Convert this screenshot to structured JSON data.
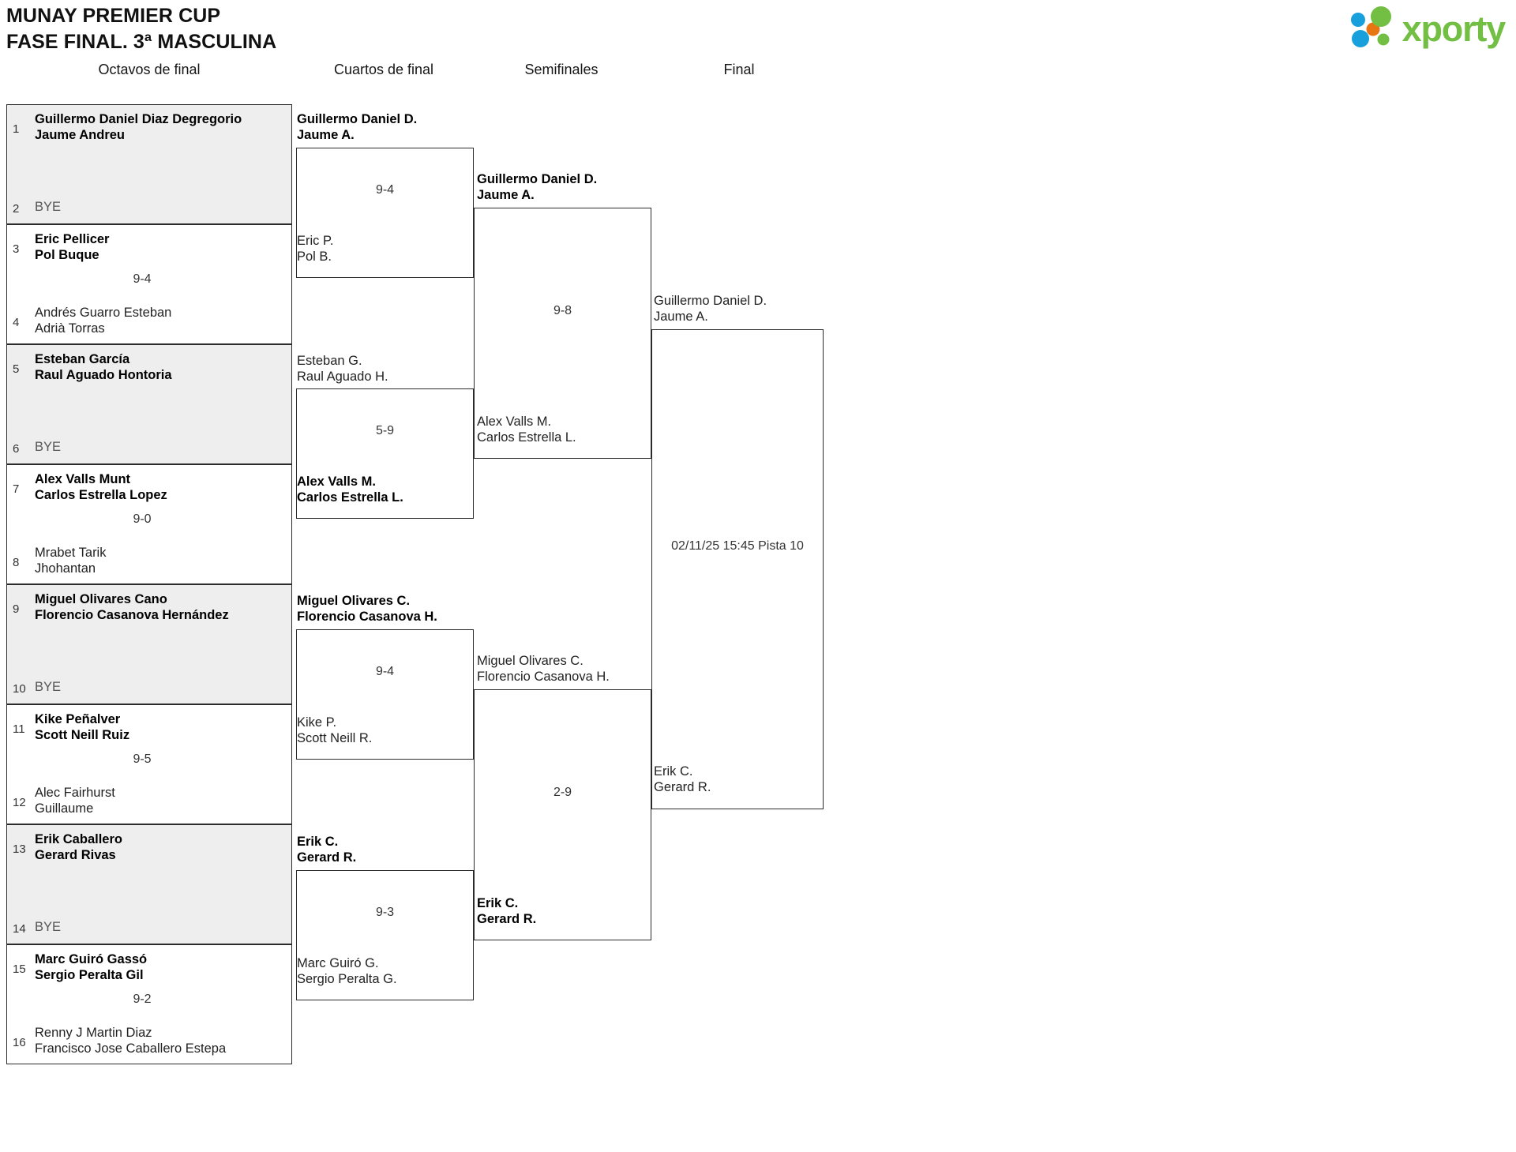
{
  "header": {
    "title_line1": "MUNAY PREMIER CUP",
    "title_line2": "FASE FINAL. 3ª MASCULINA"
  },
  "logo": {
    "word": "xporty",
    "green": "#72bf44",
    "blue": "#17a0db",
    "orange": "#e87511"
  },
  "rounds": [
    {
      "label": "Octavos de final"
    },
    {
      "label": "Cuartos de final"
    },
    {
      "label": "Semifinales"
    },
    {
      "label": "Final"
    }
  ],
  "round1": [
    {
      "shaded": true,
      "seed_top": "1",
      "top": {
        "l1": "Guillermo Daniel Diaz Degregorio",
        "l2": "Jaume Andreu",
        "winner": true
      },
      "seed_bot": "2",
      "bottom": {
        "l1": "BYE",
        "l2": "",
        "winner": false,
        "bye": true
      },
      "score": ""
    },
    {
      "shaded": false,
      "seed_top": "3",
      "top": {
        "l1": "Eric Pellicer",
        "l2": "Pol Buque",
        "winner": true
      },
      "seed_bot": "4",
      "bottom": {
        "l1": "Andrés Guarro Esteban",
        "l2": "Adrià Torras",
        "winner": false
      },
      "score": "9-4"
    },
    {
      "shaded": true,
      "seed_top": "5",
      "top": {
        "l1": "Esteban García",
        "l2": "Raul Aguado Hontoria",
        "winner": true
      },
      "seed_bot": "6",
      "bottom": {
        "l1": "BYE",
        "l2": "",
        "winner": false,
        "bye": true
      },
      "score": ""
    },
    {
      "shaded": false,
      "seed_top": "7",
      "top": {
        "l1": "Alex Valls Munt",
        "l2": "Carlos Estrella Lopez",
        "winner": true
      },
      "seed_bot": "8",
      "bottom": {
        "l1": "Mrabet Tarik",
        "l2": "Jhohantan",
        "winner": false
      },
      "score": "9-0"
    },
    {
      "shaded": true,
      "seed_top": "9",
      "top": {
        "l1": "Miguel Olivares Cano",
        "l2": "Florencio Casanova Hernández",
        "winner": true
      },
      "seed_bot": "10",
      "bottom": {
        "l1": "BYE",
        "l2": "",
        "winner": false,
        "bye": true
      },
      "score": ""
    },
    {
      "shaded": false,
      "seed_top": "11",
      "top": {
        "l1": "Kike Peñalver",
        "l2": "Scott Neill Ruiz",
        "winner": true
      },
      "seed_bot": "12",
      "bottom": {
        "l1": "Alec Fairhurst",
        "l2": "Guillaume",
        "winner": false
      },
      "score": "9-5"
    },
    {
      "shaded": true,
      "seed_top": "13",
      "top": {
        "l1": "Erik Caballero",
        "l2": "Gerard Rivas",
        "winner": true
      },
      "seed_bot": "14",
      "bottom": {
        "l1": "BYE",
        "l2": "",
        "winner": false,
        "bye": true
      },
      "score": ""
    },
    {
      "shaded": false,
      "seed_top": "15",
      "top": {
        "l1": "Marc Guiró Gassó",
        "l2": "Sergio Peralta Gil",
        "winner": true
      },
      "seed_bot": "16",
      "bottom": {
        "l1": "Renny J Martin Diaz",
        "l2": "Francisco Jose Caballero Estepa",
        "winner": false
      },
      "score": "9-2"
    }
  ],
  "round2": [
    {
      "top": {
        "l1": "Guillermo Daniel D.",
        "l2": "Jaume A.",
        "winner": true
      },
      "bottom": {
        "l1": "Eric P.",
        "l2": "Pol B.",
        "winner": false
      },
      "score": "9-4"
    },
    {
      "top": {
        "l1": "Esteban G.",
        "l2": "Raul Aguado H.",
        "winner": false
      },
      "bottom": {
        "l1": "Alex Valls M.",
        "l2": "Carlos Estrella L.",
        "winner": true
      },
      "score": "5-9"
    },
    {
      "top": {
        "l1": "Miguel Olivares C.",
        "l2": "Florencio Casanova H.",
        "winner": true
      },
      "bottom": {
        "l1": "Kike P.",
        "l2": "Scott Neill R.",
        "winner": false
      },
      "score": "9-4"
    },
    {
      "top": {
        "l1": "Erik C.",
        "l2": "Gerard R.",
        "winner": true
      },
      "bottom": {
        "l1": "Marc Guiró G.",
        "l2": "Sergio Peralta G.",
        "winner": false
      },
      "score": "9-3"
    }
  ],
  "round3": [
    {
      "top": {
        "l1": "Guillermo Daniel D.",
        "l2": "Jaume A.",
        "winner": true
      },
      "bottom": {
        "l1": "Alex Valls M.",
        "l2": "Carlos Estrella L.",
        "winner": false
      },
      "score": "9-8"
    },
    {
      "top": {
        "l1": "Miguel Olivares C.",
        "l2": "Florencio Casanova H.",
        "winner": false
      },
      "bottom": {
        "l1": "Erik C.",
        "l2": "Gerard R.",
        "winner": true
      },
      "score": "2-9"
    }
  ],
  "round4": [
    {
      "top": {
        "l1": "Guillermo Daniel D.",
        "l2": "Jaume A.",
        "winner": false
      },
      "bottom": {
        "l1": "Erik C.",
        "l2": "Gerard R.",
        "winner": false
      },
      "meta": "02/11/25 15:45 Pista 10"
    }
  ]
}
